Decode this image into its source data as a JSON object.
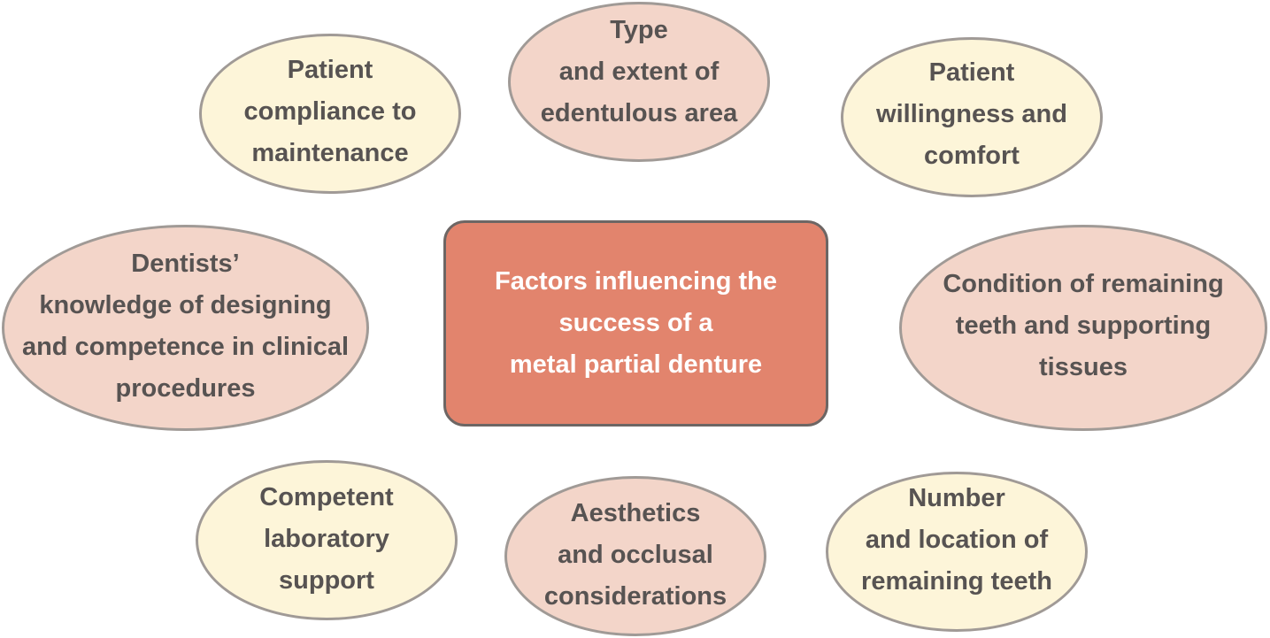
{
  "colors": {
    "center_fill": "#e2846d",
    "rose_fill": "#f3d5c9",
    "cream_fill": "#fdf5d9",
    "border": "#a09a96",
    "text": "#575352"
  },
  "center": {
    "label": "Factors influencing the\nsuccess of a\nmetal partial denture"
  },
  "factors": {
    "type_extent": "Type\nand extent of\nedentulous area",
    "patient_compliance": "Patient\ncompliance to\nmaintenance",
    "patient_willingness": "Patient\nwillingness and\ncomfort",
    "dentists_knowledge": "Dentists’\nknowledge of designing\nand competence in clinical\nprocedures",
    "condition_remaining": "Condition of remaining\nteeth and supporting\ntissues",
    "laboratory_support": "Competent\nlaboratory\nsupport",
    "aesthetics_occlusal": "Aesthetics\nand occlusal\nconsiderations",
    "number_location": "Number\nand location of\nremaining teeth"
  }
}
